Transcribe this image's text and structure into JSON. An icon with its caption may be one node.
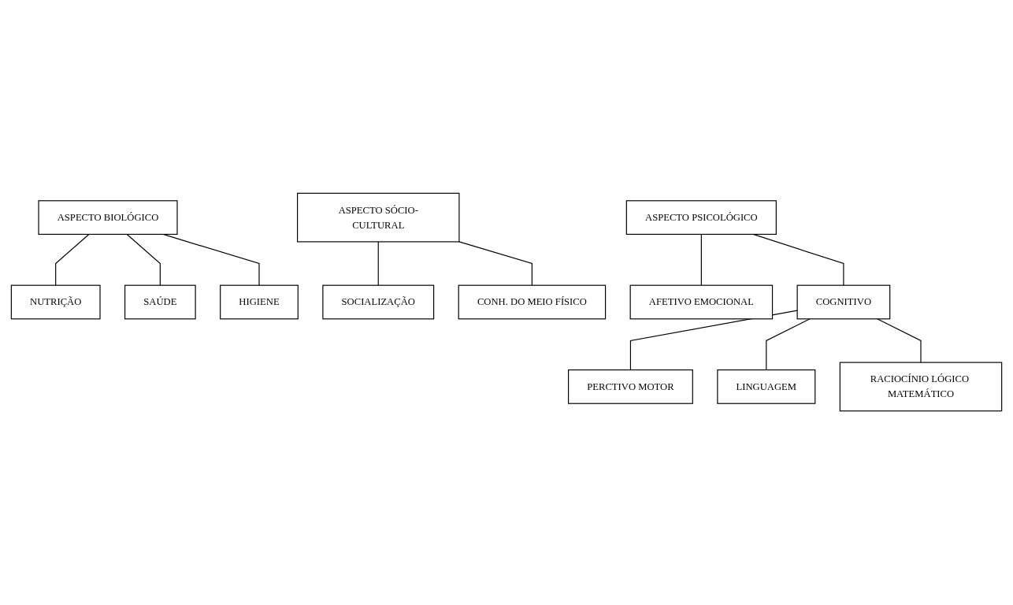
{
  "diagram": {
    "nodes": [
      {
        "text": [
          "ASPECTO BIOLÓGICO"
        ]
      },
      {
        "text": [
          "ASPECTO PSICOLÓGICO"
        ]
      },
      {
        "text": [
          "ASPECTO SÓCIO-CULTURAL"
        ]
      },
      {
        "text": [
          "NUTRIÇÃO"
        ]
      },
      {
        "text": [
          "SAÚDE"
        ]
      },
      {
        "text": [
          "HIGIENE"
        ]
      },
      {
        "text": [
          "SOCIALIZAÇÃO"
        ]
      },
      {
        "text": [
          "CONH. DO MEIO FÍSICO"
        ]
      },
      {
        "text": [
          "AFETIVO EMOCIONAL"
        ]
      },
      {
        "text": [
          "COGNITIVO"
        ]
      },
      {
        "text": [
          "PERCTIVO MOTOR"
        ]
      },
      {
        "text": [
          "LINGUAGEM"
        ]
      },
      {
        "text": [
          "RACIOCÍNIO LÓGICO MATEMÁTICO"
        ]
      }
    ],
    "edges": [
      {
        "from": 0,
        "to": 3,
        "arrow": "none"
      },
      {
        "from": 0,
        "to": 4,
        "arrow": "none"
      },
      {
        "from": 0,
        "to": 5,
        "arrow": "none"
      },
      {
        "from": 2,
        "to": 6,
        "arrow": "none"
      },
      {
        "from": 2,
        "to": 7,
        "arrow": "none"
      },
      {
        "from": 1,
        "to": 8,
        "arrow": "none"
      },
      {
        "from": 1,
        "to": 9,
        "arrow": "none"
      },
      {
        "from": 9,
        "to": 10,
        "arrow": "none"
      },
      {
        "from": 9,
        "to": 11,
        "arrow": "none"
      },
      {
        "from": 9,
        "to": 12,
        "arrow": "none"
      }
    ]
  }
}
